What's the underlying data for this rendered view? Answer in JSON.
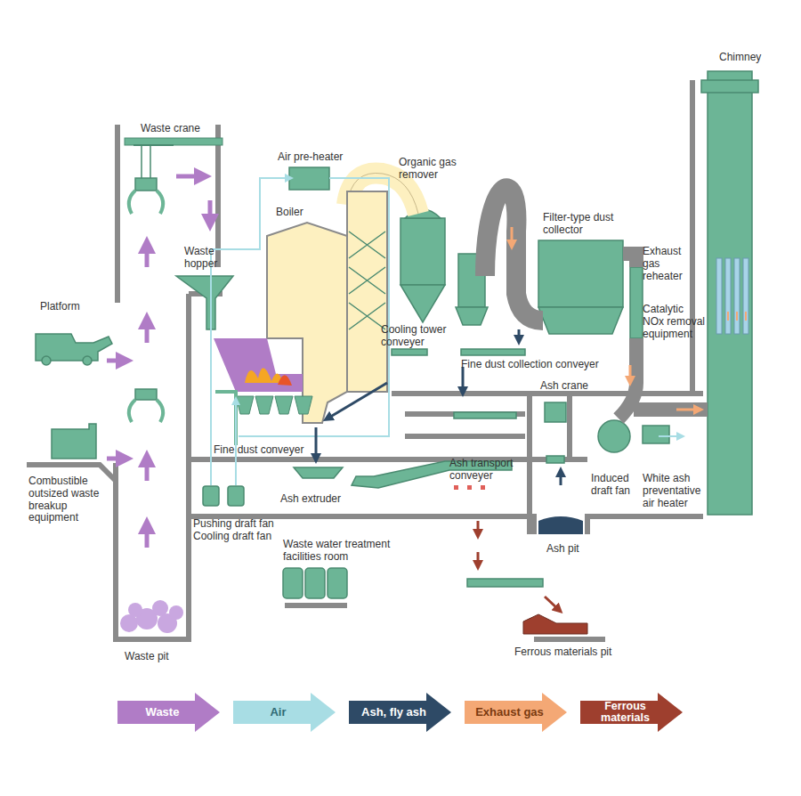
{
  "diagram": {
    "labels": [
      "Chimney",
      "Waste crane",
      "Air pre-heater",
      "Organic gas remover",
      "Boiler",
      "Filter-type dust collector",
      "Waste hopper",
      "Exhaust gas reheater",
      "Platform",
      "Catalytic NOx removal equipment",
      "Cooling tower conveyer",
      "Fine dust collection conveyer",
      "Ash crane",
      "Fine dust conveyer",
      "Ash extruder",
      "Ash transport conveyer",
      "Induced draft fan",
      "White ash preventative air heater",
      "Combustible outsized waste breakup equipment",
      "Pushing draft fan",
      "Cooling draft fan",
      "Waste water treatment facilities room",
      "Ash pit",
      "Waste pit",
      "Ferrous materials pit"
    ],
    "legend": [
      {
        "text": "Waste",
        "color": "#b07cc6"
      },
      {
        "text": "Air",
        "color": "#a8dde4"
      },
      {
        "text": "Ash, fly ash",
        "color": "#2e4a66"
      },
      {
        "text": "Exhaust gas",
        "color": "#f4a875"
      },
      {
        "text": "Ferrous materials",
        "color": "#9e3f2e"
      }
    ]
  }
}
